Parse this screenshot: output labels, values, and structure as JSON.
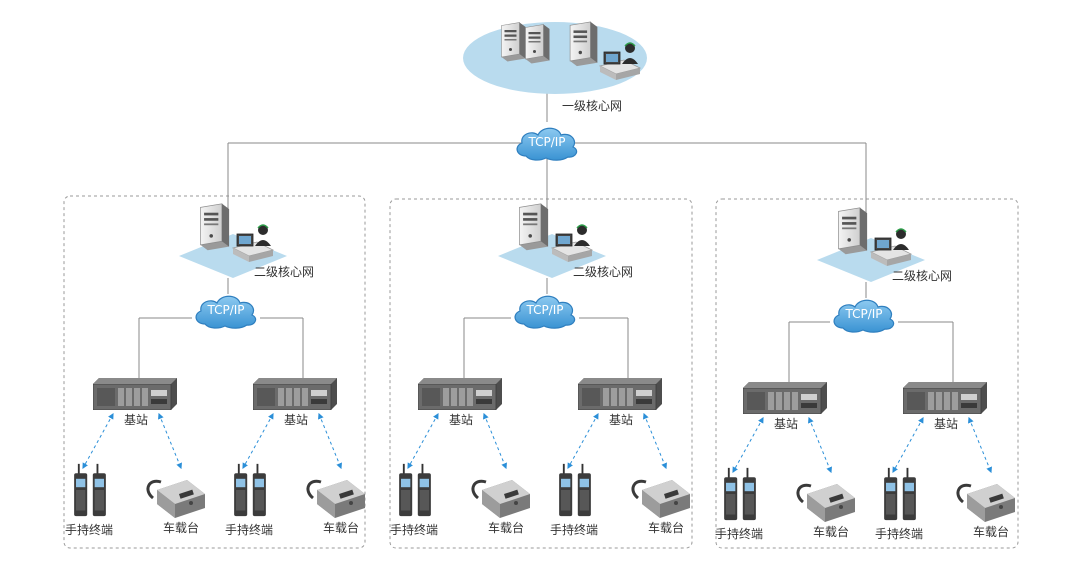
{
  "top": {
    "core_label": "一级核心网",
    "cloud_label": "TCP/IP"
  },
  "regions": [
    {
      "core_label": "二级核心网",
      "cloud_label": "TCP/IP",
      "stations": [
        {
          "label": "基站",
          "handheld_label": "手持终端",
          "vehicle_label": "车载台"
        },
        {
          "label": "基站",
          "handheld_label": "手持终端",
          "vehicle_label": "车载台"
        }
      ]
    },
    {
      "core_label": "二级核心网",
      "cloud_label": "TCP/IP",
      "stations": [
        {
          "label": "基站",
          "handheld_label": "手持终端",
          "vehicle_label": "车载台"
        },
        {
          "label": "基站",
          "handheld_label": "手持终端",
          "vehicle_label": "车载台"
        }
      ]
    },
    {
      "core_label": "二级核心网",
      "cloud_label": "TCP/IP",
      "stations": [
        {
          "label": "基站",
          "handheld_label": "手持终端",
          "vehicle_label": "车载台"
        },
        {
          "label": "基站",
          "handheld_label": "手持终端",
          "vehicle_label": "车载台"
        }
      ]
    }
  ],
  "colors": {
    "cloud_fill": "#5aa8dc",
    "cloud_stroke": "#2f7fbf",
    "platform": "#b9dbee",
    "line": "#8a8a8a",
    "dashed_link": "#2b8fd8",
    "region_border": "#9a9a9a",
    "text": "#333333"
  },
  "icons": [
    "server-icon",
    "operator-icon",
    "cloud-icon",
    "base-station-icon",
    "handheld-radio-icon",
    "vehicle-radio-icon"
  ]
}
